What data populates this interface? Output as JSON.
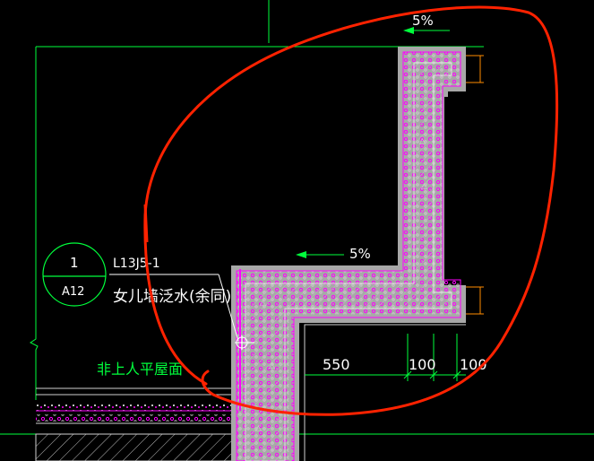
{
  "drawing": {
    "background": "#000000",
    "colors": {
      "green": "#00ff3c",
      "white": "#ffffff",
      "gray": "#a8a8a8",
      "magenta": "#ff00ff",
      "red_markup": "#ff2200",
      "orange_dim": "#ff8c00"
    },
    "slopes": {
      "top": "5%",
      "middle": "5%"
    },
    "callout": {
      "number": "1",
      "sheet": "A12",
      "reference": "L13J5-1",
      "description": "女儿墙泛水(余同)"
    },
    "roof_label": "非上人平屋面",
    "dimensions": [
      "550",
      "100",
      "100"
    ]
  }
}
